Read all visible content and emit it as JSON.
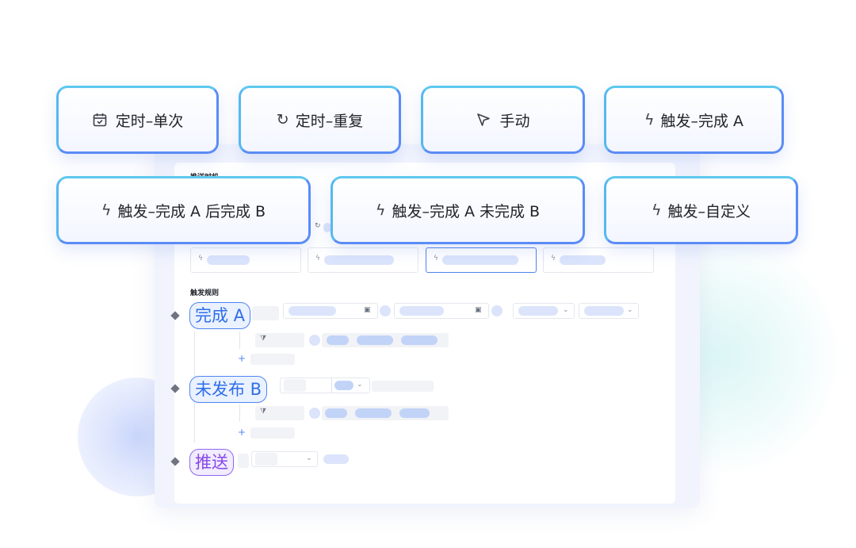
{
  "trigger_chips": [
    {
      "label": "定时–单次",
      "icon": "calendar-check-icon"
    },
    {
      "label": "定时–重复",
      "icon": "refresh-icon"
    },
    {
      "label": "手动",
      "icon": "cursor-arrow-icon"
    },
    {
      "label": "触发–完成 A",
      "icon": "lightning-icon"
    },
    {
      "label": "触发–完成 A 后完成 B",
      "icon": "lightning-icon"
    },
    {
      "label": "触发–完成 A 未完成 B",
      "icon": "lightning-icon"
    },
    {
      "label": "触发–自定义",
      "icon": "lightning-icon"
    }
  ],
  "panel": {
    "push_timing_title": "推送时机",
    "trigger_rules_title": "触发规则"
  },
  "rules": [
    {
      "tag": "完成 A",
      "color": "#2f6ee8"
    },
    {
      "tag": "未发布 B",
      "color": "#2f6ee8"
    },
    {
      "tag": "推送",
      "color": "#8747e8"
    }
  ],
  "colors": {
    "accent_blue": "#4f84f0",
    "accent_cyan": "#5ec8ee",
    "accent_purple": "#8e67f0"
  }
}
